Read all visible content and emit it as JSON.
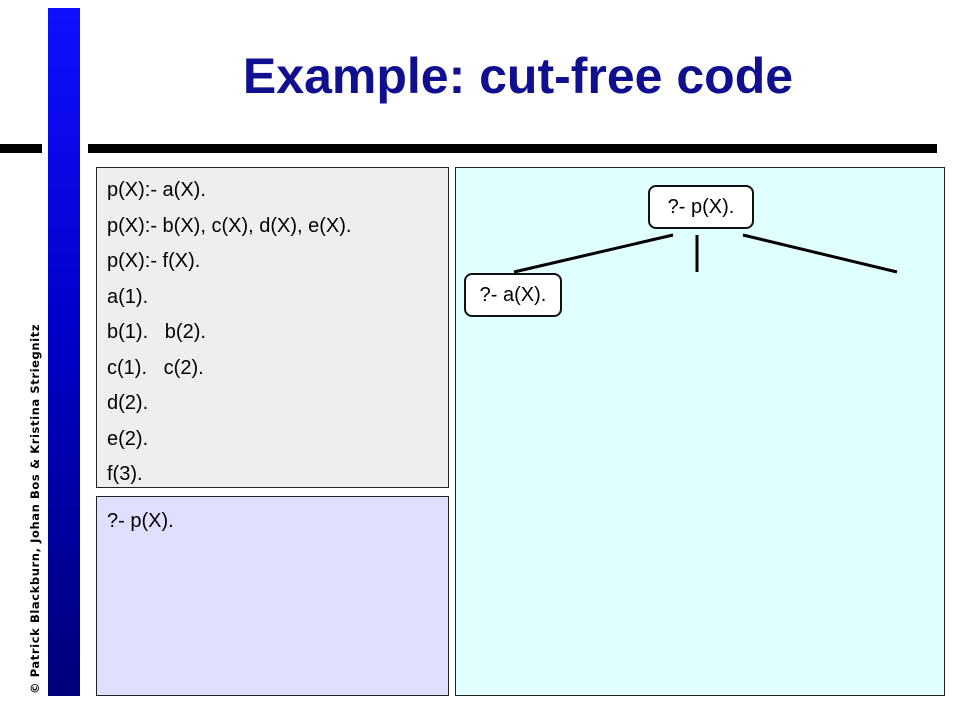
{
  "slide": {
    "title": "Example: cut-free code",
    "copyright": "© Patrick Blackburn, Johan Bos & Kristina Striegnitz"
  },
  "program": {
    "lines": [
      "p(X):- a(X).",
      "p(X):- b(X), c(X), d(X), e(X).",
      "p(X):- f(X).",
      "a(1).",
      "b(1).   b(2).",
      "c(1).   c(2).",
      "d(2).",
      "e(2).",
      "f(3)."
    ]
  },
  "query": {
    "text": "?- p(X)."
  },
  "tree": {
    "root": "?- p(X).",
    "left_child": "?- a(X)."
  },
  "colors": {
    "title": "#0f0f8f",
    "side_bar": "#0000cc",
    "code_bg": "#eeeeee",
    "query_bg": "#e0e0fe",
    "tree_bg": "#e0ffff"
  }
}
